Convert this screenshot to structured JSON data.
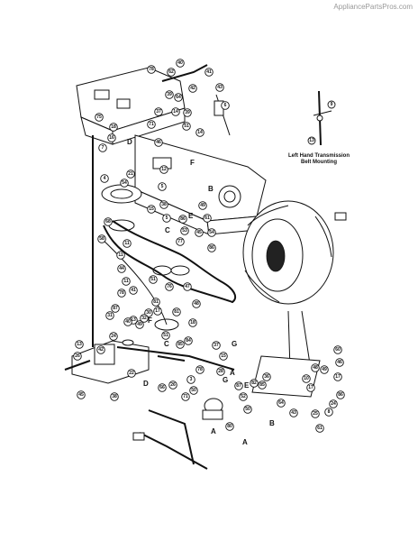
{
  "site": {
    "watermark": "AppliancePartsPros.com"
  },
  "inset": {
    "caption_line1": "Left Hand Transmission",
    "caption_line2": "Belt Mounting"
  },
  "letters": [
    "D",
    "C",
    "F",
    "E",
    "B",
    "A",
    "G",
    "F",
    "G",
    "C",
    "E",
    "D",
    "B",
    "A",
    "A"
  ],
  "callouts": [
    "78",
    "40",
    "41",
    "62",
    "42",
    "64",
    "39",
    "14",
    "43",
    "6",
    "37",
    "39",
    "71",
    "18",
    "75",
    "16",
    "7",
    "46",
    "51",
    "14",
    "4",
    "21",
    "54",
    "5",
    "12",
    "38",
    "68",
    "58",
    "49",
    "61",
    "54",
    "86",
    "15",
    "5",
    "86",
    "53",
    "77",
    "45",
    "11",
    "11",
    "44",
    "11",
    "78",
    "41",
    "51",
    "76",
    "47",
    "48",
    "18",
    "81",
    "81",
    "17",
    "30",
    "32",
    "13",
    "87",
    "31",
    "49",
    "40",
    "24",
    "42",
    "13",
    "26",
    "45",
    "38",
    "22",
    "51",
    "85",
    "84",
    "78",
    "37",
    "15",
    "3",
    "50",
    "26",
    "66",
    "71",
    "28",
    "52",
    "80",
    "50",
    "87",
    "82",
    "85",
    "36",
    "64",
    "43",
    "17",
    "25",
    "61",
    "60",
    "46",
    "17",
    "86",
    "24",
    "8",
    "49",
    "10",
    "48"
  ]
}
